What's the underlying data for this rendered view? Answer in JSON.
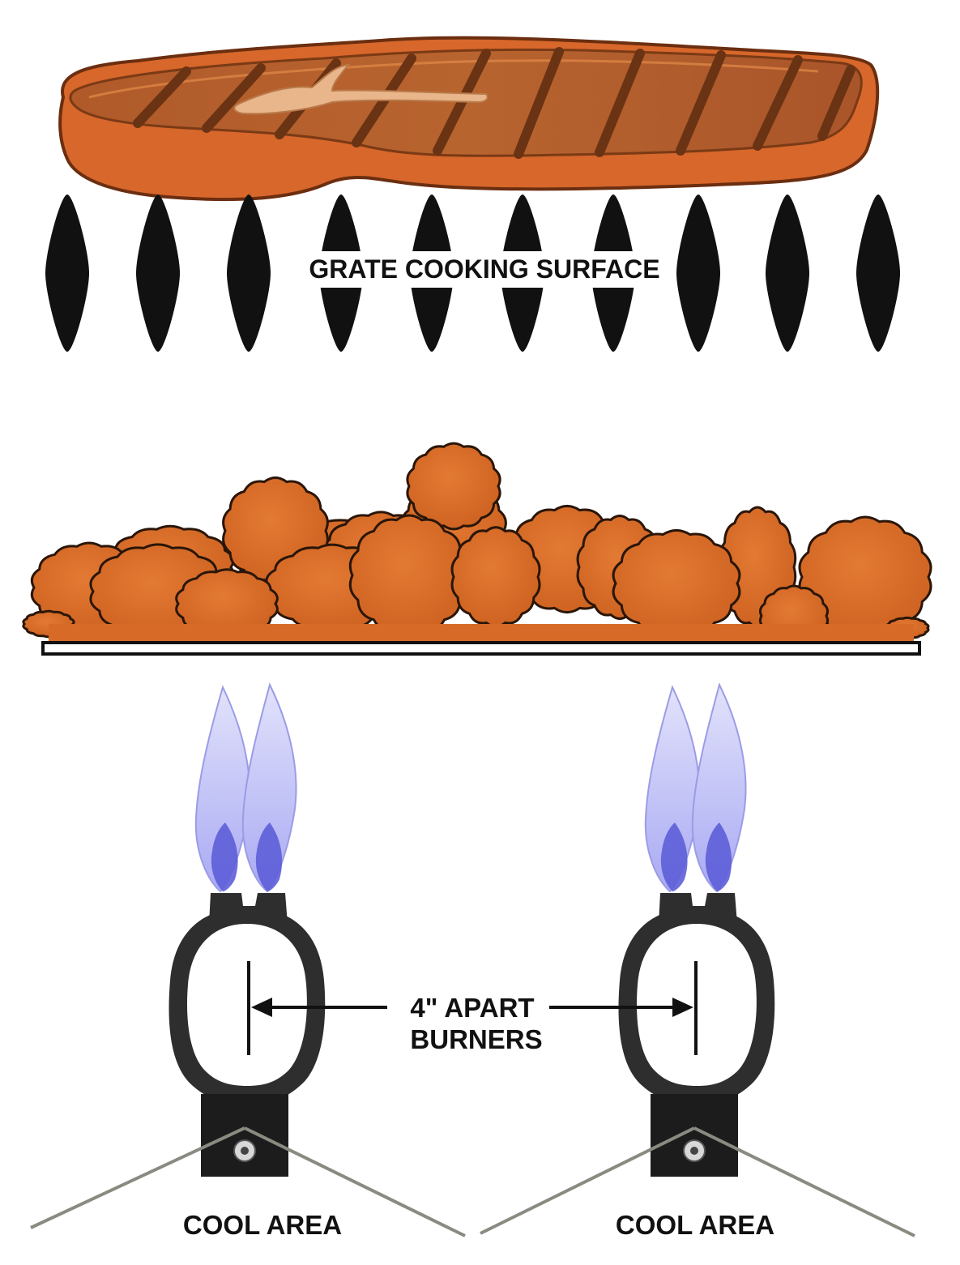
{
  "labels": {
    "grate": "GRATE COOKING SURFACE",
    "spacing_line1": "4\" APART",
    "spacing_line2": "BURNERS",
    "cool_left": "COOL AREA",
    "cool_right": "COOL AREA"
  },
  "colors": {
    "steak_outer": "#d2652a",
    "steak_top": "#b5602c",
    "sear_marks": "#6a3314",
    "grate_bars": "#111111",
    "briquettes": "#d66a26",
    "briquette_outline": "#2a1608",
    "flame_outer": "#b7b8f7",
    "flame_inner": "#5d5ed8",
    "burner_body": "#2e2e2e",
    "deflector": "#8a8a82"
  },
  "icons": [
    "steak-illustration",
    "grate-bar-shape",
    "briquette-cluster",
    "gas-flame",
    "burner-ring",
    "heat-deflector"
  ]
}
